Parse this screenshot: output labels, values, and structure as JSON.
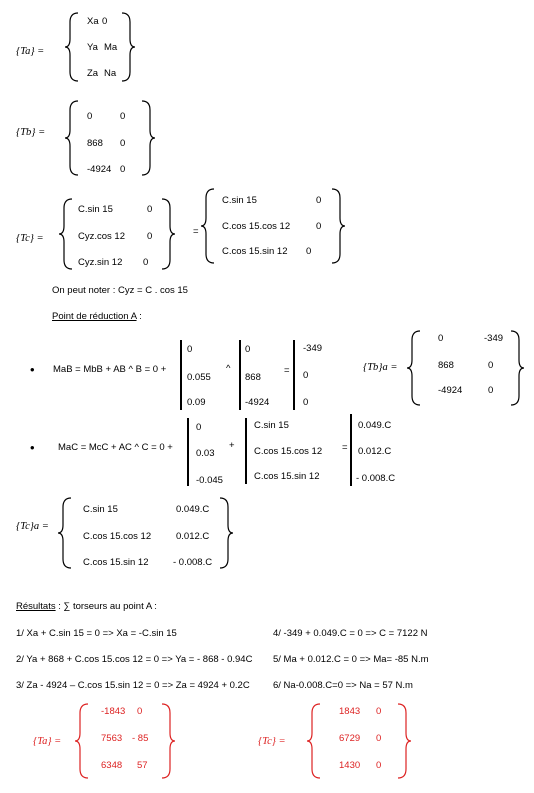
{
  "ta": {
    "label": "{Ta} =",
    "rows": [
      [
        "Xa",
        "0"
      ],
      [
        "Ya",
        "Ma"
      ],
      [
        "Za",
        "Na"
      ]
    ]
  },
  "tb": {
    "label": "{Tb} =",
    "rows": [
      [
        "0",
        "0"
      ],
      [
        "868",
        "0"
      ],
      [
        "-4924",
        "0"
      ]
    ]
  },
  "tc": {
    "label": "{Tc} =",
    "left": [
      [
        "C.sin 15",
        "0"
      ],
      [
        "Cyz.cos 12",
        "0"
      ],
      [
        "Cyz.sin 12",
        "0"
      ]
    ],
    "eq": "=",
    "right": [
      [
        "C.sin 15",
        "0"
      ],
      [
        "C.cos 15.cos 12",
        "0"
      ],
      [
        "C.cos 15.sin 12",
        "0"
      ]
    ]
  },
  "note": "On peut noter : Cyz = C . cos 15",
  "reduction_title": "Point de réduction A",
  "reduction_colon": " :",
  "mab": {
    "bullet": "•",
    "expr": "MaB = MbB + AB ^ B = 0 +",
    "v1": [
      "0",
      "0.055",
      "0.09"
    ],
    "op": "^",
    "v2": [
      "0",
      "868",
      "-4924"
    ],
    "eq": "=",
    "v3": [
      "-349",
      "0",
      "0"
    ]
  },
  "tba": {
    "label": "{Tb}a =",
    "rows": [
      [
        "0",
        "-349"
      ],
      [
        "868",
        "0"
      ],
      [
        "-4924",
        "0"
      ]
    ]
  },
  "mac": {
    "bullet": "•",
    "expr": "MaC = McC + AC ^  C  = 0 +",
    "v1": [
      "0",
      "0.03",
      "-0.045"
    ],
    "op": "+",
    "v2": [
      "C.sin 15",
      "C.cos 15.cos 12",
      "C.cos 15.sin 12"
    ],
    "eq": "=",
    "v3": [
      "0.049.C",
      "0.012.C",
      "- 0.008.C"
    ]
  },
  "tca": {
    "label": "{Tc}a =",
    "rows": [
      [
        "C.sin 15",
        "0.049.C"
      ],
      [
        "C.cos 15.cos 12",
        "0.012.C"
      ],
      [
        "C.cos 15.sin 12",
        "- 0.008.C"
      ]
    ]
  },
  "results_title": "Résultats",
  "results_rest": " : ∑ torseurs au point A :",
  "results": [
    "1/ Xa + C.sin 15 = 0 => Xa = -C.sin 15",
    "4/ -349 + 0.049.C = 0 => C = 7122 N",
    "2/ Ya + 868 + C.cos 15.cos 12 = 0 => Ya = - 868 - 0.94C",
    "5/ Ma + 0.012.C = 0 => Ma= -85 N.m",
    "3/ Za - 4924 – C.cos 15.sin 12 = 0 => Za = 4924 + 0.2C",
    "6/ Na-0.008.C=0 => Na =  57 N.m"
  ],
  "ta_final": {
    "label": "{Ta} =",
    "rows": [
      [
        "-1843",
        "0"
      ],
      [
        "7563",
        "- 85"
      ],
      [
        "6348",
        "57"
      ]
    ]
  },
  "tc_final": {
    "label": "{Tc} =",
    "rows": [
      [
        "1843",
        "0"
      ],
      [
        "6729",
        "0"
      ],
      [
        "1430",
        "0"
      ]
    ]
  },
  "colors": {
    "text": "#000000",
    "result": "#d22222"
  }
}
